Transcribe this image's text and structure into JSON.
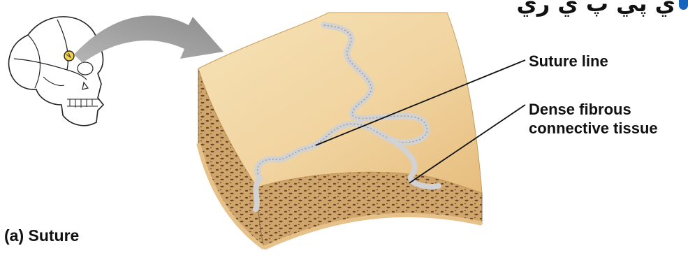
{
  "heading": {
    "text": "ي پي پ ي ري",
    "bullet_color": "#1565c0"
  },
  "labels": {
    "suture_line": "Suture line",
    "dense_line1": "Dense fibrous",
    "dense_line2": "connective tissue"
  },
  "caption": "(a) Suture",
  "colors": {
    "bone_surface": "#f4dcaa",
    "bone_shadow": "#e2b874",
    "spongy_bone": "#caa06a",
    "spongy_dots": "#6b4a2a",
    "suture_tissue": "#c9c9c9",
    "arrow": "#9a9a9a",
    "skull_highlight": "#f2d24a"
  },
  "icons": {
    "skull": "skull-icon",
    "arrow": "curved-arrow-icon"
  }
}
